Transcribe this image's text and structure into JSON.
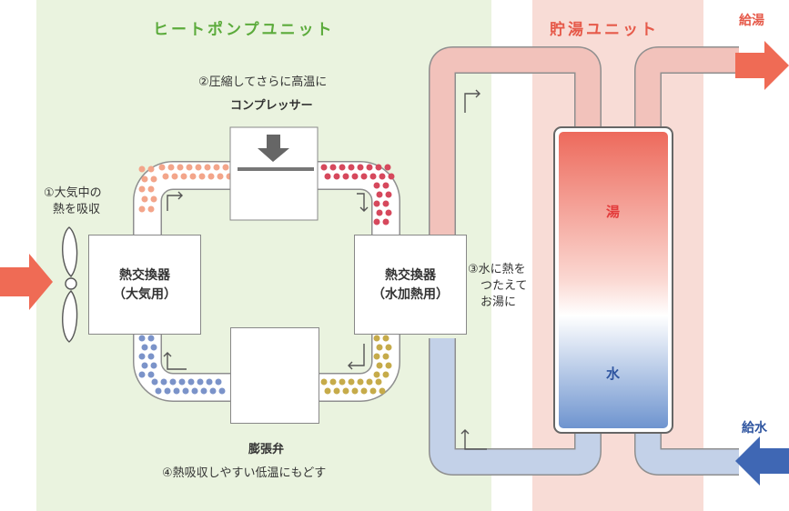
{
  "heat_pump_unit": {
    "title": "ヒートポンプユニット"
  },
  "storage_unit": {
    "title": "貯湯ユニット",
    "tank_top_label": "湯",
    "tank_bottom_label": "水"
  },
  "supply_hot": {
    "label": "給湯",
    "color": "#ef6b55"
  },
  "supply_water": {
    "label": "給水",
    "color": "#3f67b4"
  },
  "steps": {
    "step1": {
      "line1": "①大気中の",
      "line2": "熱を吸収"
    },
    "step2": {
      "line1": "②圧縮してさらに高温に",
      "line2": "コンプレッサー"
    },
    "step3": {
      "line1": "③水に熱を",
      "line2": "つたえて",
      "line3": "お湯に"
    },
    "step4": {
      "line1": "膨張弁",
      "line2": "④熱吸収しやすい低温にもどす"
    }
  },
  "components": {
    "air_heat_exchanger": {
      "line1": "熱交換器",
      "line2": "（大気用）"
    },
    "water_heat_exchanger": {
      "line1": "熱交換器",
      "line2": "（水加熱用）"
    }
  },
  "colors": {
    "heat_pump_bg": "#eaf3df",
    "storage_bg": "#f8dcd6",
    "hot_pipe": "#f2c2bb",
    "cold_pipe": "#c3d1e8",
    "refrigerant_hot": "#d6485c",
    "refrigerant_warm": "#f3a58a",
    "refrigerant_cool": "#7b93c9",
    "refrigerant_mid": "#c6ab4a",
    "refrigerant_green": "#7cb56a"
  },
  "icons": [
    "fan-icon",
    "compressor-piston-icon",
    "flow-arrow-icon"
  ]
}
